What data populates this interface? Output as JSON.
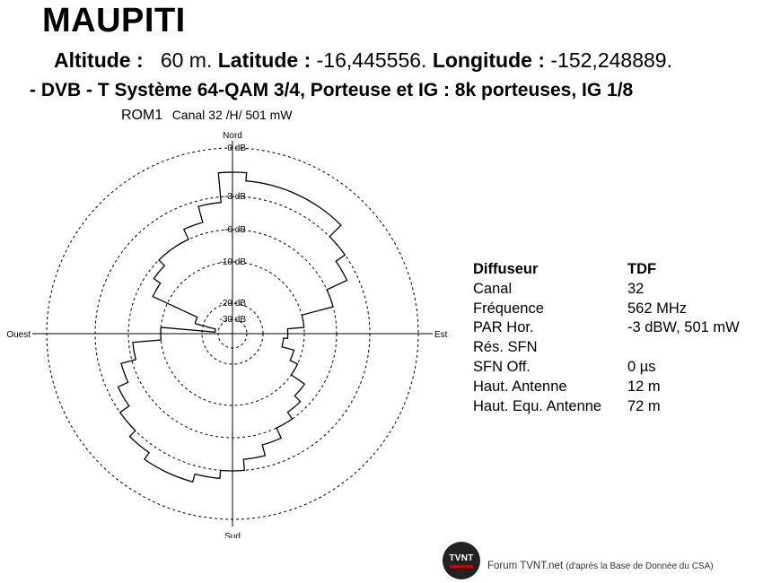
{
  "header": {
    "title": "MAUPITI",
    "altitude_label": "Altitude :",
    "altitude_value": "60 m.",
    "latitude_label": "Latitude :",
    "latitude_value": "-16,445556.",
    "longitude_label": "Longitude :",
    "longitude_value": "-152,248889.",
    "system_line": "- DVB - T    Système 64-QAM 3/4,  Porteuse et IG : 8k porteuses, IG 1/8",
    "site_name": "ROM1",
    "channel_line": "Canal 32 /H/  501 mW"
  },
  "chart_data": {
    "type": "polar",
    "title": "",
    "directions": {
      "north": "Nord",
      "east": "Est",
      "south": "Sud",
      "west": "Ouest"
    },
    "rings": [
      {
        "label": "0 dB",
        "value": 0
      },
      {
        "label": "-3 dB",
        "value": -3
      },
      {
        "label": "-6 dB",
        "value": -6
      },
      {
        "label": "-10 dB",
        "value": -10
      },
      {
        "label": "-20 dB",
        "value": -20
      },
      {
        "label": "-30 dB",
        "value": -30
      }
    ],
    "angle_step_deg": 10,
    "attenuation_db": [
      -1.5,
      -2,
      -2,
      -2,
      -2,
      -3,
      -4,
      -6,
      -10,
      -14,
      -15,
      -12,
      -10,
      -8,
      -7,
      -6,
      -5,
      -4,
      -3,
      -2.5,
      -2,
      -2,
      -2.5,
      -3,
      -4,
      -5,
      -6.5,
      -10,
      -28,
      -18,
      -8,
      -7,
      -6,
      -6,
      -5,
      -3.5
    ]
  },
  "info": {
    "rows": [
      {
        "key": "Diffuseur",
        "value": "TDF",
        "header": true
      },
      {
        "key": "Canal",
        "value": "32"
      },
      {
        "key": "Fréquence",
        "value": "562 MHz"
      },
      {
        "key": "PAR Hor.",
        "value": "-3 dBW, 501 mW"
      },
      {
        "key": "Rés. SFN",
        "value": ""
      },
      {
        "key": "SFN Off.",
        "value": "0 µs"
      },
      {
        "key": "Haut. Antenne",
        "value": "12 m"
      },
      {
        "key": "Haut. Equ. Antenne",
        "value": "72 m"
      }
    ]
  },
  "footer": {
    "logo_text": "TVNT",
    "credit_main": "Forum TVNT.net",
    "credit_small": "(d'après la Base de Donnée du CSA)"
  }
}
